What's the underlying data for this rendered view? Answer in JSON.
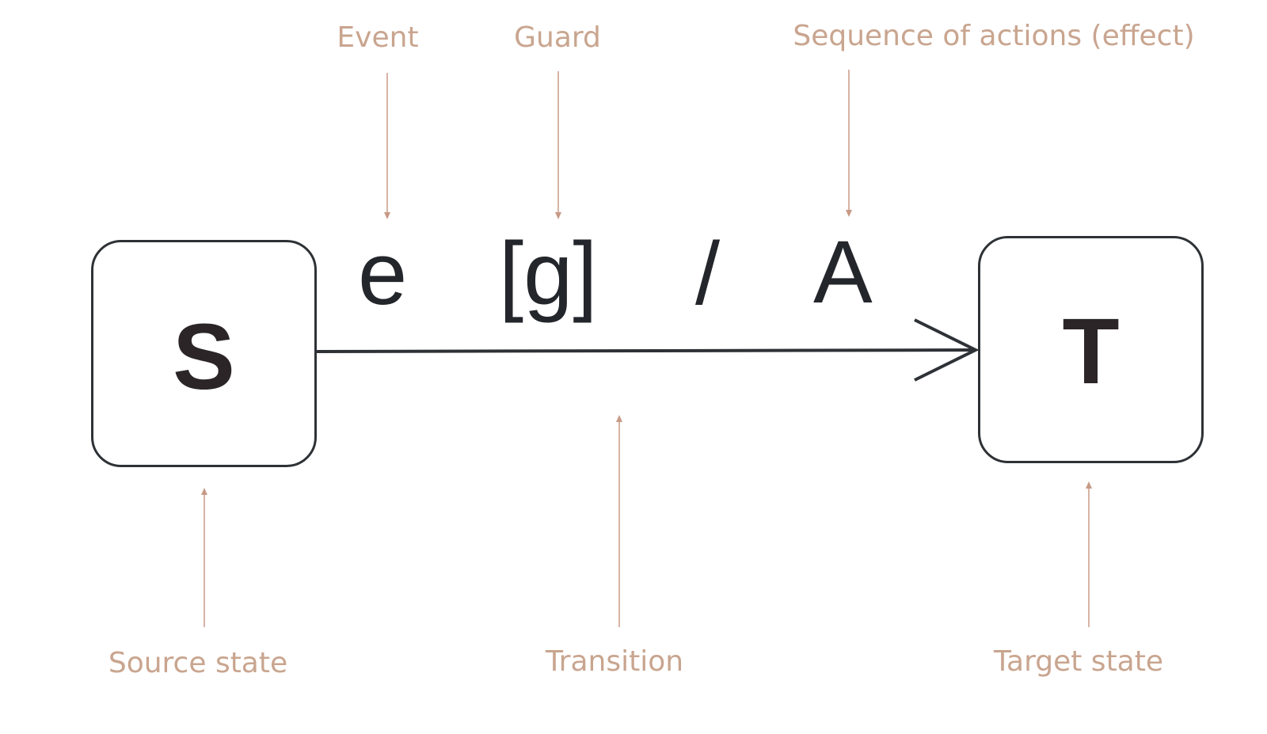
{
  "diagram": {
    "source_state": {
      "name": "S"
    },
    "target_state": {
      "name": "T"
    },
    "transition_label": {
      "event": "e",
      "guard": "[g]",
      "separator": "/",
      "action": "A"
    },
    "annotations": {
      "event": "Event",
      "guard": "Guard",
      "effect": "Sequence of actions (effect)",
      "source": "Source state",
      "transition": "Transition",
      "target": "Target state"
    },
    "colors": {
      "annotation_text": "#c9a58f",
      "annotation_arrow": "#d7b4a6",
      "diagram_stroke": "#2e3236",
      "diagram_text": "#23262b",
      "background": "#ffffff"
    }
  }
}
